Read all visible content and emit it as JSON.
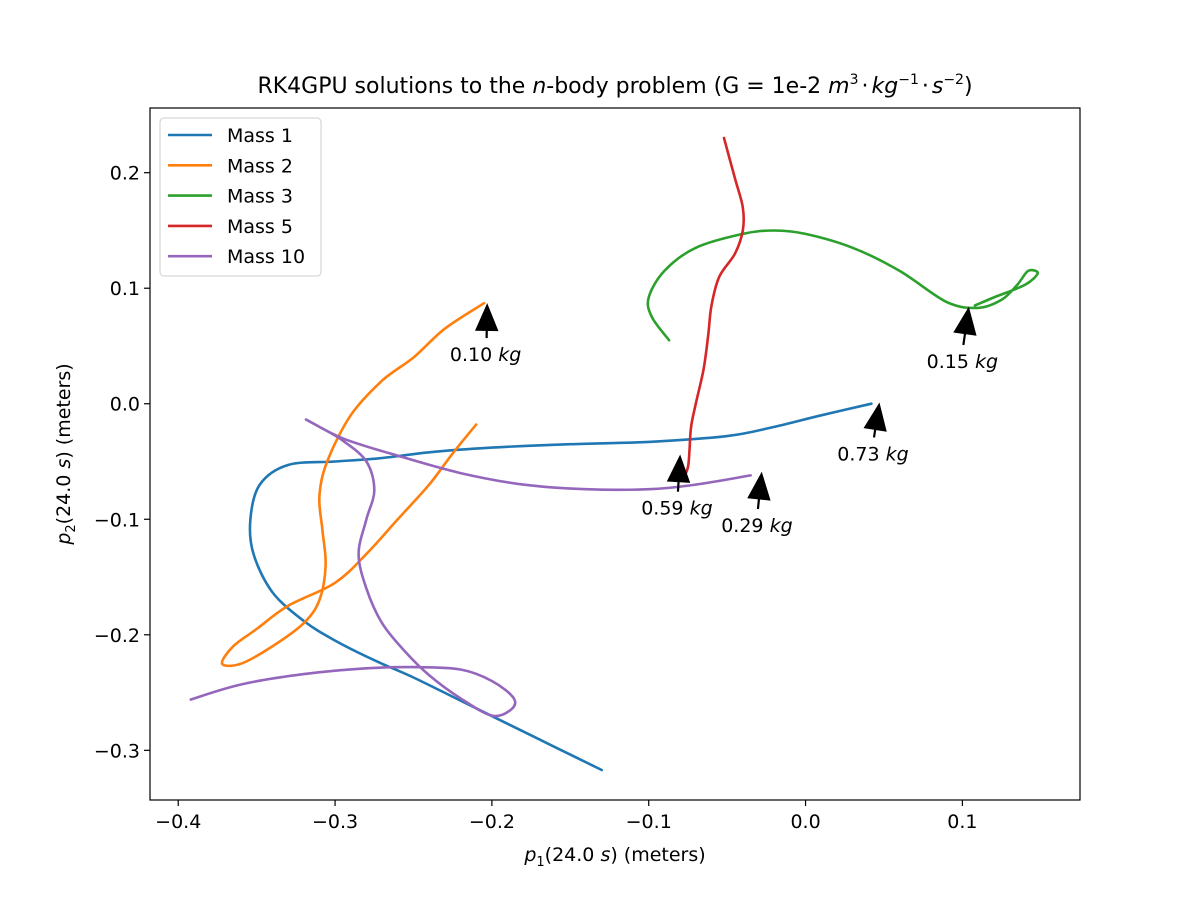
{
  "chart_data": {
    "type": "line",
    "title": {
      "prefix": "RK4GPU solutions to the ",
      "italic_n": "n",
      "middle": "-body problem (G = 1e-2 ",
      "m": "m",
      "m_exp": "3",
      "dot1": "·",
      "kg": "kg",
      "kg_exp": "−1",
      "dot2": "·",
      "s": "s",
      "s_exp": "−2",
      "suffix": ")"
    },
    "xlabel": {
      "var": "p",
      "sub": "1",
      "open": "(24.0 ",
      "s": "s",
      "close": ") (meters)"
    },
    "ylabel": {
      "var": "p",
      "sub": "2",
      "open": "(24.0 ",
      "s": "s",
      "close": ") (meters)"
    },
    "xlim": [
      -0.418,
      0.175
    ],
    "ylim": [
      -0.343,
      0.256
    ],
    "x_ticks": [
      -0.4,
      -0.3,
      -0.2,
      -0.1,
      0.0,
      0.1
    ],
    "x_tick_labels": [
      "−0.4",
      "−0.3",
      "−0.2",
      "−0.1",
      "0.0",
      "0.1"
    ],
    "y_ticks": [
      0.2,
      0.1,
      0.0,
      -0.1,
      -0.2,
      -0.3
    ],
    "y_tick_labels": [
      "0.2",
      "0.1",
      "0.0",
      "−0.1",
      "−0.2",
      "−0.3"
    ],
    "grid": false,
    "legend_position": "upper-left",
    "series": [
      {
        "name": "Mass 1",
        "color": "#1f77b4",
        "points": [
          [
            -0.13,
            -0.317
          ],
          [
            -0.16,
            -0.297
          ],
          [
            -0.19,
            -0.277
          ],
          [
            -0.22,
            -0.257
          ],
          [
            -0.25,
            -0.237
          ],
          [
            -0.275,
            -0.222
          ],
          [
            -0.3,
            -0.205
          ],
          [
            -0.32,
            -0.188
          ],
          [
            -0.34,
            -0.163
          ],
          [
            -0.352,
            -0.13
          ],
          [
            -0.354,
            -0.1
          ],
          [
            -0.348,
            -0.07
          ],
          [
            -0.33,
            -0.053
          ],
          [
            -0.3,
            -0.05
          ],
          [
            -0.27,
            -0.047
          ],
          [
            -0.24,
            -0.042
          ],
          [
            -0.2,
            -0.038
          ],
          [
            -0.15,
            -0.035
          ],
          [
            -0.1,
            -0.033
          ],
          [
            -0.05,
            -0.028
          ],
          [
            -0.02,
            -0.02
          ],
          [
            0.01,
            -0.01
          ],
          [
            0.042,
            0.0
          ]
        ]
      },
      {
        "name": "Mass 2",
        "color": "#ff7f0e",
        "points": [
          [
            -0.21,
            -0.018
          ],
          [
            -0.225,
            -0.043
          ],
          [
            -0.24,
            -0.07
          ],
          [
            -0.26,
            -0.1
          ],
          [
            -0.28,
            -0.13
          ],
          [
            -0.3,
            -0.155
          ],
          [
            -0.33,
            -0.175
          ],
          [
            -0.35,
            -0.195
          ],
          [
            -0.365,
            -0.21
          ],
          [
            -0.372,
            -0.225
          ],
          [
            -0.36,
            -0.225
          ],
          [
            -0.34,
            -0.21
          ],
          [
            -0.32,
            -0.19
          ],
          [
            -0.31,
            -0.17
          ],
          [
            -0.306,
            -0.14
          ],
          [
            -0.308,
            -0.11
          ],
          [
            -0.31,
            -0.08
          ],
          [
            -0.305,
            -0.05
          ],
          [
            -0.29,
            -0.01
          ],
          [
            -0.27,
            0.02
          ],
          [
            -0.25,
            0.04
          ],
          [
            -0.23,
            0.065
          ],
          [
            -0.205,
            0.087
          ]
        ]
      },
      {
        "name": "Mass 3",
        "color": "#2ca02c",
        "points": [
          [
            -0.087,
            0.055
          ],
          [
            -0.098,
            0.075
          ],
          [
            -0.1,
            0.092
          ],
          [
            -0.09,
            0.115
          ],
          [
            -0.07,
            0.135
          ],
          [
            -0.04,
            0.147
          ],
          [
            -0.02,
            0.15
          ],
          [
            0.0,
            0.147
          ],
          [
            0.03,
            0.135
          ],
          [
            0.06,
            0.115
          ],
          [
            0.09,
            0.088
          ],
          [
            0.11,
            0.083
          ],
          [
            0.125,
            0.09
          ],
          [
            0.135,
            0.103
          ],
          [
            0.142,
            0.115
          ],
          [
            0.148,
            0.113
          ],
          [
            0.14,
            0.103
          ],
          [
            0.12,
            0.092
          ],
          [
            0.108,
            0.085
          ]
        ]
      },
      {
        "name": "Mass 5",
        "color": "#d62728",
        "points": [
          [
            -0.052,
            0.23
          ],
          [
            -0.045,
            0.195
          ],
          [
            -0.04,
            0.17
          ],
          [
            -0.04,
            0.15
          ],
          [
            -0.045,
            0.13
          ],
          [
            -0.055,
            0.11
          ],
          [
            -0.06,
            0.085
          ],
          [
            -0.062,
            0.06
          ],
          [
            -0.065,
            0.03
          ],
          [
            -0.07,
            0.0
          ],
          [
            -0.073,
            -0.02
          ],
          [
            -0.074,
            -0.04
          ],
          [
            -0.075,
            -0.055
          ],
          [
            -0.078,
            -0.065
          ]
        ]
      },
      {
        "name": "Mass 10",
        "color": "#9467bd",
        "points": [
          [
            -0.035,
            -0.062
          ],
          [
            -0.07,
            -0.07
          ],
          [
            -0.1,
            -0.074
          ],
          [
            -0.14,
            -0.074
          ],
          [
            -0.18,
            -0.07
          ],
          [
            -0.22,
            -0.06
          ],
          [
            -0.26,
            -0.045
          ],
          [
            -0.295,
            -0.03
          ],
          [
            -0.318,
            -0.014
          ],
          [
            -0.31,
            -0.02
          ],
          [
            -0.295,
            -0.032
          ],
          [
            -0.28,
            -0.05
          ],
          [
            -0.275,
            -0.075
          ],
          [
            -0.28,
            -0.1
          ],
          [
            -0.285,
            -0.13
          ],
          [
            -0.28,
            -0.16
          ],
          [
            -0.27,
            -0.19
          ],
          [
            -0.255,
            -0.215
          ],
          [
            -0.24,
            -0.235
          ],
          [
            -0.22,
            -0.255
          ],
          [
            -0.2,
            -0.27
          ],
          [
            -0.188,
            -0.265
          ],
          [
            -0.186,
            -0.255
          ],
          [
            -0.2,
            -0.24
          ],
          [
            -0.22,
            -0.23
          ],
          [
            -0.25,
            -0.228
          ],
          [
            -0.28,
            -0.229
          ],
          [
            -0.32,
            -0.234
          ],
          [
            -0.36,
            -0.243
          ],
          [
            -0.392,
            -0.256
          ]
        ]
      }
    ],
    "annotations": [
      {
        "text": "0.10",
        "unit": "kg",
        "tip": [
          -0.203,
          0.086
        ],
        "text_pos": [
          -0.204,
          0.043
        ]
      },
      {
        "text": "0.15",
        "unit": "kg",
        "tip": [
          0.104,
          0.083
        ],
        "text_pos": [
          0.1,
          0.037
        ]
      },
      {
        "text": "0.73",
        "unit": "kg",
        "tip": [
          0.047,
          0.0
        ],
        "text_pos": [
          0.043,
          -0.043
        ]
      },
      {
        "text": "0.59",
        "unit": "kg",
        "tip": [
          -0.08,
          -0.045
        ],
        "text_pos": [
          -0.082,
          -0.09
        ]
      },
      {
        "text": "0.29",
        "unit": "kg",
        "tip": [
          -0.028,
          -0.06
        ],
        "text_pos": [
          -0.031,
          -0.105
        ]
      }
    ]
  }
}
